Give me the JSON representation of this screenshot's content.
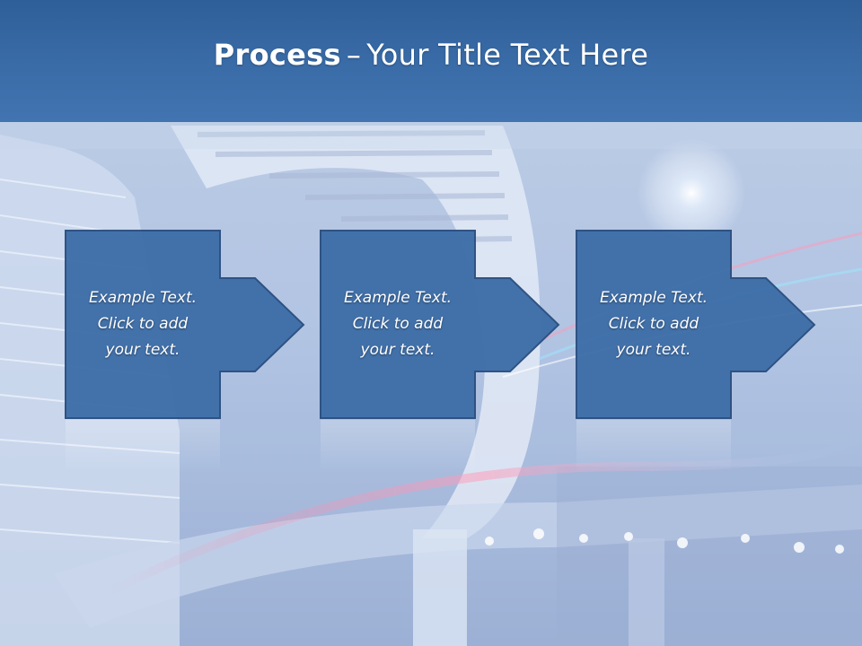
{
  "title": {
    "bold": "Process",
    "dash": "–",
    "rest": "Your Title Text Here"
  },
  "steps": [
    {
      "lines": [
        "Example Text.",
        "Click  to add",
        "your text."
      ]
    },
    {
      "lines": [
        "Example Text.",
        "Click  to add",
        "your text."
      ]
    },
    {
      "lines": [
        "Example Text.",
        "Click  to add",
        "your text."
      ]
    }
  ],
  "colors": {
    "title_band": "#3a6ca8",
    "step_fill": "#3f6fa9",
    "step_border": "#2a4f80",
    "text": "#ffffff"
  }
}
